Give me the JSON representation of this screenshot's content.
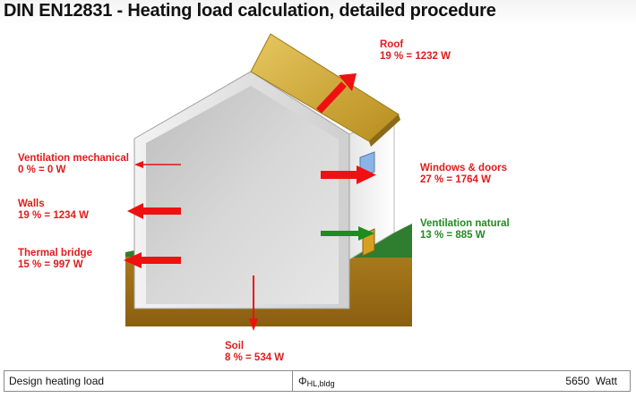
{
  "title": "DIN EN12831 - Heating load calculation, detailed procedure",
  "labels": {
    "roof": {
      "name": "Roof",
      "value": "19 % = 1232 W"
    },
    "ventilation_mechanical": {
      "name": "Ventilation mechanical",
      "value": "0 % = 0 W"
    },
    "walls": {
      "name": "Walls",
      "value": "19 % = 1234 W"
    },
    "thermal_bridge": {
      "name": "Thermal bridge",
      "value": "15 % = 997 W"
    },
    "windows_doors": {
      "name": "Windows & doors",
      "value": "27 % = 1764 W"
    },
    "ventilation_natural": {
      "name": "Ventilation natural",
      "value": "13 % = 885 W"
    },
    "soil": {
      "name": "Soil",
      "value": "8 % = 534 W"
    }
  },
  "summary": {
    "label": "Design heating load",
    "symbol": "Φ",
    "symbol_sub": "HL,bldg",
    "value": "5650",
    "unit": "Watt"
  },
  "colors": {
    "loss_arrow": "#ee1111",
    "gain_arrow": "#1e8c1e",
    "soil": "#9a6a14",
    "roof": "#d9b546",
    "wall_interior": "#c8c8c8"
  }
}
